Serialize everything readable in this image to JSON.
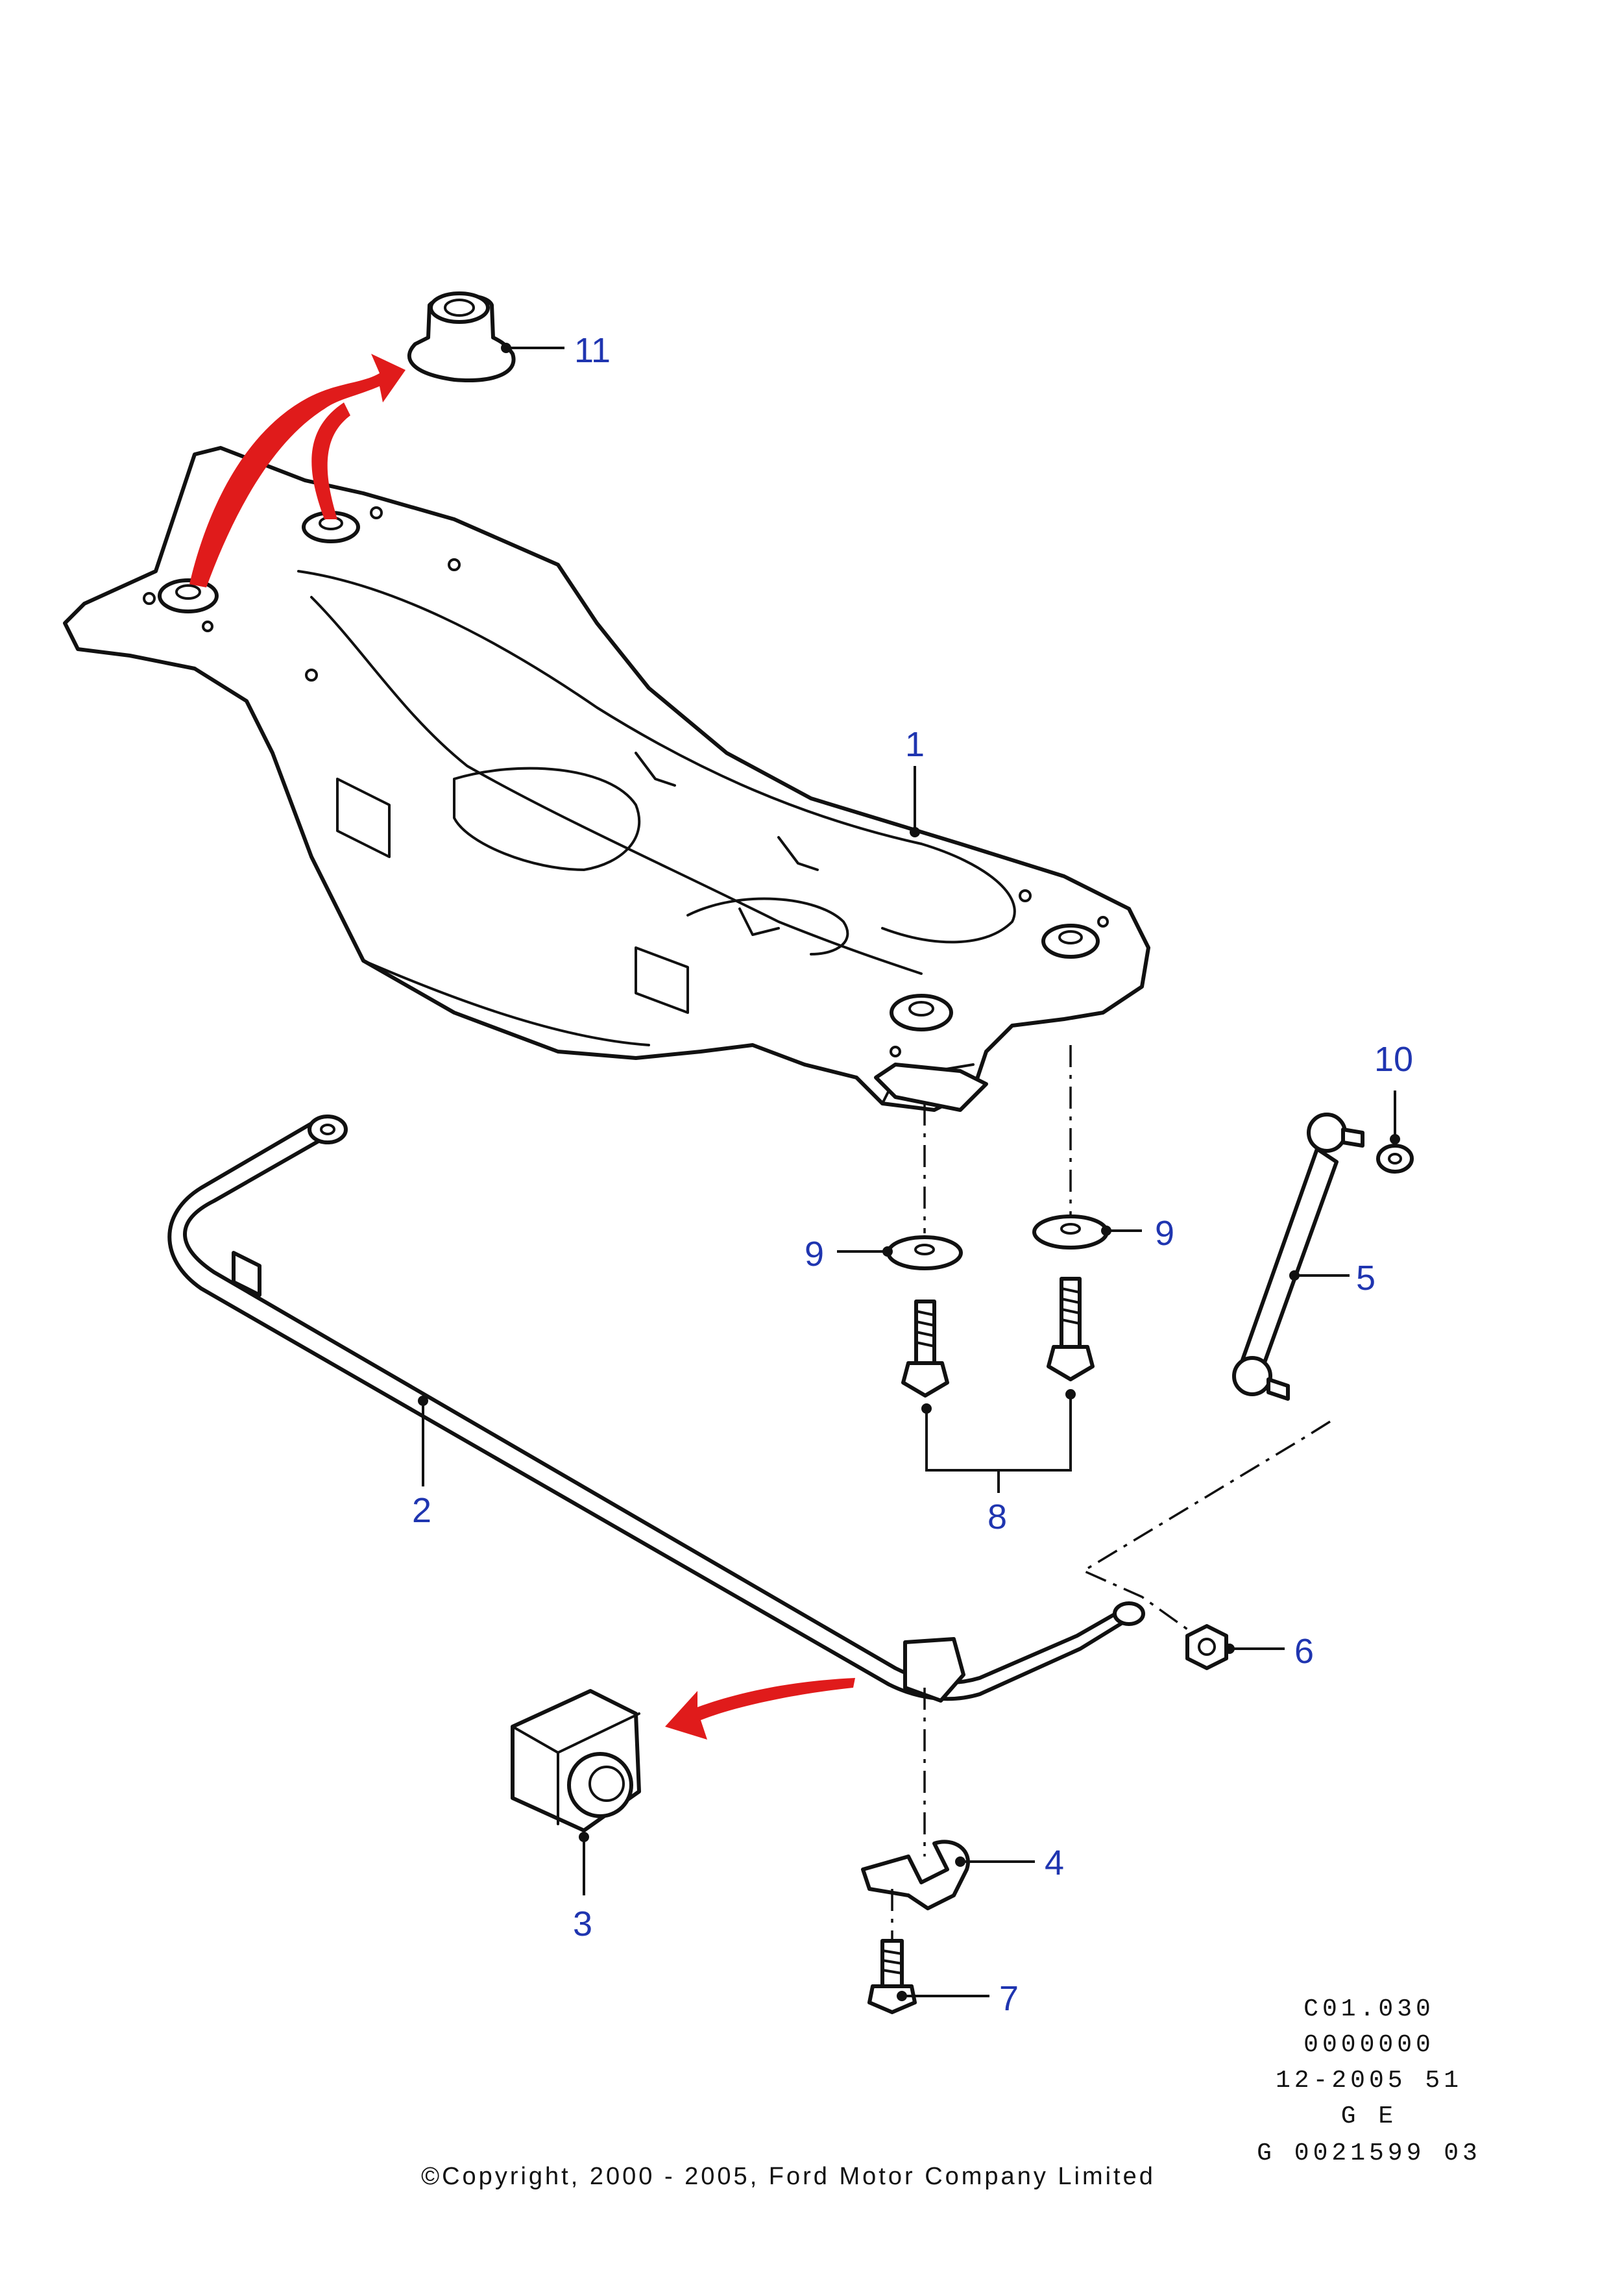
{
  "callouts": {
    "c1": "1",
    "c2": "2",
    "c3": "3",
    "c4": "4",
    "c5": "5",
    "c6": "6",
    "c7": "7",
    "c8": "8",
    "c9a": "9",
    "c9b": "9",
    "c10": "10",
    "c11": "11"
  },
  "reference": {
    "line1": "C01.030",
    "line2": "0000000",
    "line3": "12-2005 51",
    "line4": "G E",
    "line5": "G 0021599 03"
  },
  "copyright": "©Copyright, 2000 - 2005, Ford Motor Company Limited",
  "colors": {
    "callout": "#1f35b0",
    "arrow": "#e01b1b",
    "line": "#111111"
  }
}
